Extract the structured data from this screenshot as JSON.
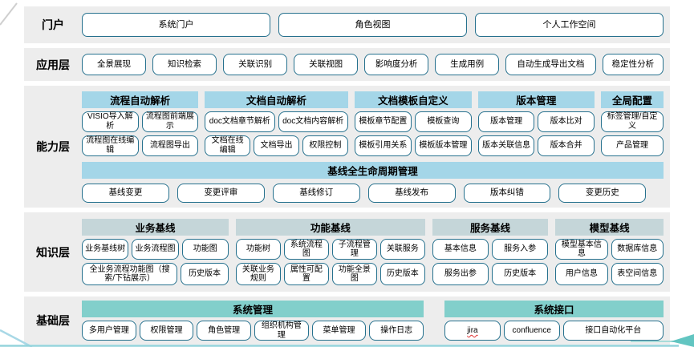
{
  "colors": {
    "band_background": "#ededed",
    "capability_header": "#a4d6e8",
    "knowledge_header": "#c5d6d9",
    "foundation_header": "#82cfcb",
    "chip_border": "#26718e",
    "accent_line": "#93d4dc",
    "arrow": "#62c5c1"
  },
  "portal": {
    "label": "门户",
    "buttons": [
      "系统门户",
      "角色视图",
      "个人工作空间"
    ]
  },
  "app": {
    "label": "应用层",
    "buttons": [
      "全景展现",
      "知识检索",
      "关联识别",
      "关联视图",
      "影响度分析",
      "生成用例",
      "自动生成导出文档",
      "稳定性分析"
    ]
  },
  "capability": {
    "label": "能力层",
    "groups": [
      {
        "title": "流程自动解析",
        "rows": [
          [
            "VISIO导入解析",
            "流程图前端展示"
          ],
          [
            "流程图在线编辑",
            "流程图导出"
          ]
        ]
      },
      {
        "title": "文档自动解析",
        "rows": [
          [
            "doc文档章节解析",
            "doc文档内容解析"
          ],
          [
            "文档在线编辑",
            "文档导出",
            "权限控制"
          ]
        ]
      },
      {
        "title": "文档模板自定义",
        "rows": [
          [
            "模板章节配置",
            "模板查询"
          ],
          [
            "模板引用关系",
            "模板版本管理"
          ]
        ]
      },
      {
        "title": "版本管理",
        "rows": [
          [
            "版本管理",
            "版本比对"
          ],
          [
            "版本关联信息",
            "版本合并"
          ]
        ]
      },
      {
        "title": "全局配置",
        "rows": [
          [
            "标签管理/自定义"
          ],
          [
            "产品管理"
          ]
        ]
      }
    ],
    "baseline": {
      "title": "基线全生命周期管理",
      "buttons": [
        "基线变更",
        "变更评审",
        "基线修订",
        "基线发布",
        "版本纠错",
        "变更历史"
      ]
    }
  },
  "knowledge": {
    "label": "知识层",
    "groups": [
      {
        "title": "业务基线",
        "rows": [
          [
            "业务基线树",
            "业务流程图",
            "功能图"
          ],
          [
            "全业务流程功能图（搜索/下钻展示）",
            "历史版本"
          ]
        ]
      },
      {
        "title": "功能基线",
        "rows": [
          [
            "功能树",
            "系统流程图",
            "子流程管理",
            "关联服务"
          ],
          [
            "关联业务规则",
            "属性可配置",
            "功能全景图",
            "历史版本"
          ]
        ]
      },
      {
        "title": "服务基线",
        "rows": [
          [
            "基本信息",
            "服务入参"
          ],
          [
            "服务出参",
            "历史版本"
          ]
        ]
      },
      {
        "title": "模型基线",
        "rows": [
          [
            "模型基本信息",
            "数据库信息"
          ],
          [
            "用户信息",
            "表空间信息"
          ]
        ]
      }
    ]
  },
  "foundation": {
    "label": "基础层",
    "groups": [
      {
        "title": "系统管理",
        "rows": [
          [
            "多用户管理",
            "权限管理",
            "角色管理",
            "组织机构管理",
            "菜单管理",
            "操作日志"
          ]
        ]
      },
      {
        "title": "系统接口",
        "rows": [
          [
            "jira",
            "confluence",
            "接口自动化平台"
          ]
        ]
      }
    ]
  }
}
